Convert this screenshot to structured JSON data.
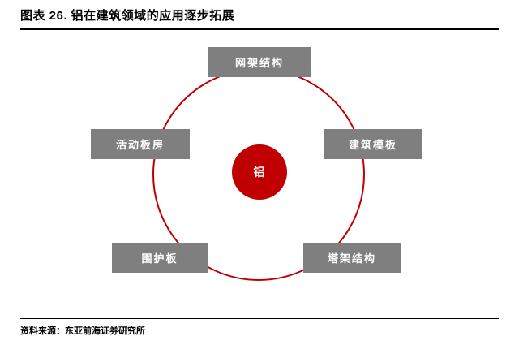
{
  "title": "图表 26. 铝在建筑领域的应用逐步拓展",
  "center": {
    "label": "铝"
  },
  "nodes": [
    {
      "id": "top",
      "label": "网架结构"
    },
    {
      "id": "left-upper",
      "label": "活动板房"
    },
    {
      "id": "right-upper",
      "label": "建筑模板"
    },
    {
      "id": "left-lower",
      "label": "围护板"
    },
    {
      "id": "right-lower",
      "label": "塔架结构"
    }
  ],
  "source": "资料来源：东亚前海证券研究所",
  "colors": {
    "accent_red": "#C00000",
    "node_gray": "#7F7F7F",
    "text_on_node": "#FFFFFF",
    "title_text": "#000000"
  },
  "chart_data": {
    "type": "table",
    "title": "铝在建筑领域的应用逐步拓展",
    "center_concept": "铝",
    "applications": [
      "网架结构",
      "建筑模板",
      "塔架结构",
      "围护板",
      "活动板房"
    ]
  }
}
